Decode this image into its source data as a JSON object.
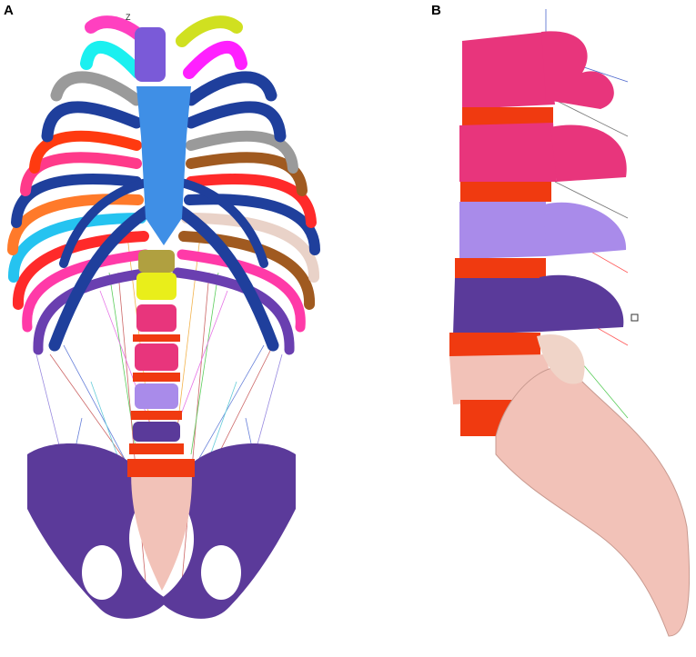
{
  "panels": [
    {
      "label": "A"
    },
    {
      "label": "B"
    }
  ],
  "axis_markers": {
    "z": "Z"
  },
  "colors": {
    "pelvis": "#5b3a9a",
    "rib_dark": "#1f3f9c",
    "sternum": "#3f8fe6",
    "sacrum": "#f2c2b8",
    "disc": "#f03a10",
    "l1_pink": "#e8357c",
    "l3_lilac": "#a98bea",
    "l4_purple": "#5a3a9a",
    "yellow": "#e9ee1a"
  }
}
